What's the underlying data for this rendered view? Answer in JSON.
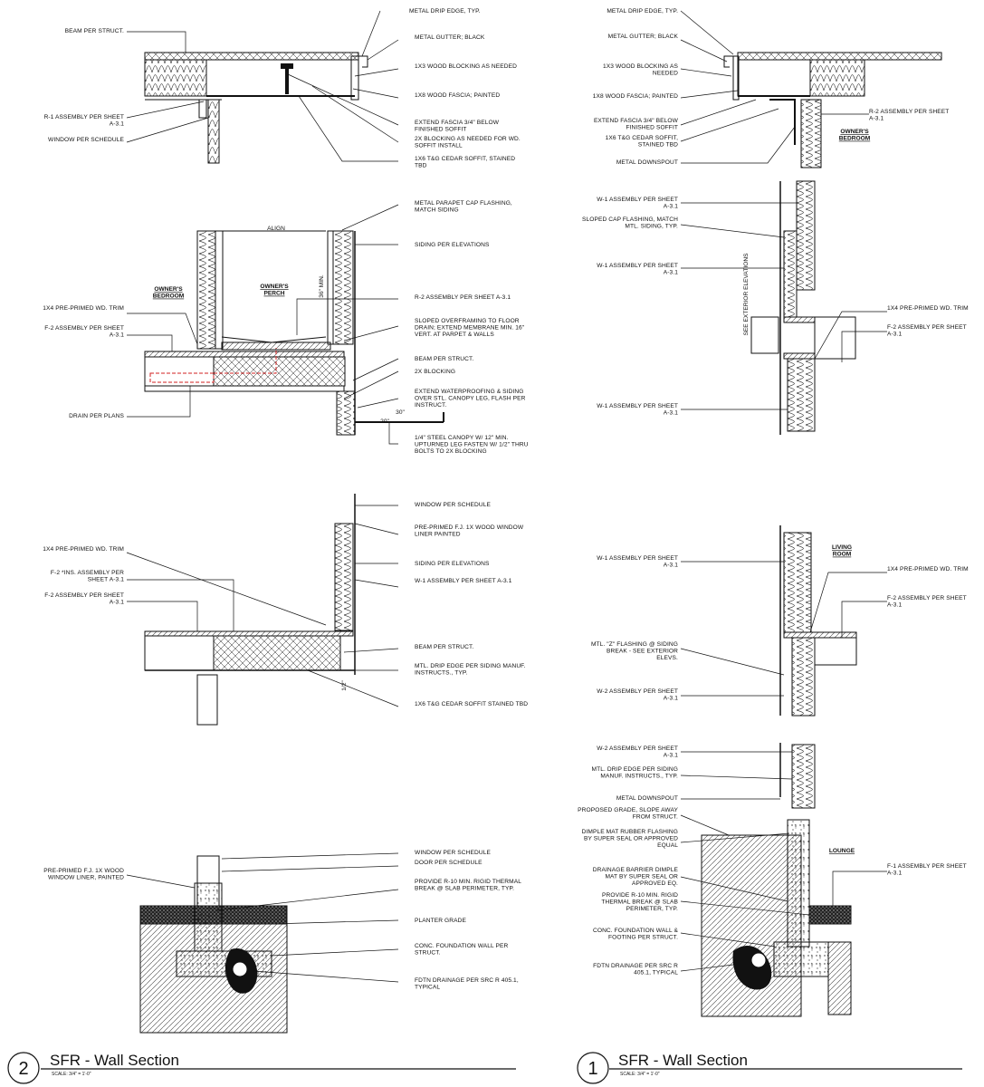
{
  "sheet": {
    "left_detail": {
      "number": "2",
      "title": "SFR - Wall Section",
      "scale": "SCALE: 3/4\" = 1'-0\"",
      "notes": [
        "METAL DRIP EDGE, TYP.",
        "BEAM PER STRUCT.",
        "METAL GUTTER; BLACK",
        "1X3 WOOD BLOCKING AS NEEDED",
        "1X8 WOOD FASCIA; PAINTED",
        "R-1 ASSEMBLY PER SHEET A-3.1",
        "EXTEND FASCIA 3/4\" BELOW FINISHED SOFFIT",
        "WINDOW PER SCHEDULE",
        "2X BLOCKING AS NEEDED FOR WD. SOFFIT INSTALL",
        "1X6 T&G CEDAR SOFFIT, STAINED TBD",
        "METAL PARAPET CAP FLASHING, MATCH SIDING",
        "SIDING PER ELEVATIONS",
        "R-2 ASSEMBLY PER SHEET A-3.1",
        "1X4 PRE-PRIMED WD. TRIM",
        "SLOPED OVERFRAMING TO FLOOR DRAIN; EXTEND MEMBRANE MIN. 16\" VERT. AT PARPET & WALLS",
        "F-2 ASSEMBLY PER SHEET A-3.1",
        "BEAM PER STRUCT.",
        "2X BLOCKING",
        "EXTEND WATERPROOFING & SIDING OVER STL. CANOPY LEG, FLASH PER INSTRUCT.",
        "DRAIN PER PLANS",
        "1/4\" STEEL CANOPY W/ 12\" MIN. UPTURNED LEG FASTEN W/ 1/2\" THRU BOLTS TO 2X BLOCKING",
        "WINDOW PER SCHEDULE",
        "PRE-PRIMED F.J. 1X WOOD WINDOW LINER PAINTED",
        "1X4 PRE-PRIMED WD. TRIM",
        "SIDING PER ELEVATIONS",
        "F-2 *INS. ASSEMBLY PER SHEET A-3.1",
        "W-1 ASSEMBLY PER SHEET A-3.1",
        "F-2 ASSEMBLY PER SHEET A-3.1",
        "BEAM PER STRUCT.",
        "MTL. DRIP EDGE PER SIDING MANUF. INSTRUCTS., TYP.",
        "1X6 T&G CEDAR SOFFIT STAINED TBD",
        "WINDOW PER SCHEDULE",
        "DOOR PER SCHEDULE",
        "PRE-PRIMED F.J. 1X WOOD WINDOW LINER, PAINTED",
        "PROVIDE R-10 MIN. RIGID THERMAL BREAK @ SLAB PERIMETER, TYP.",
        "PLANTER GRADE",
        "CONC. FOUNDATION WALL PER STRUCT.",
        "FDTN DRAINAGE PER SRC R 405.1, TYPICAL"
      ],
      "rooms": [
        "OWNER'S BEDROOM",
        "OWNER'S PERCH"
      ],
      "dims": [
        "ALIGN",
        "36\" MIN.",
        "30\"",
        "20\"",
        "1/2\""
      ]
    },
    "right_detail": {
      "number": "1",
      "title": "SFR - Wall Section",
      "scale": "SCALE: 3/4\" = 1'-0\"",
      "notes": [
        "METAL DRIP EDGE, TYP.",
        "METAL GUTTER; BLACK",
        "1X3 WOOD BLOCKING AS NEEDED",
        "1X8 WOOD FASCIA; PAINTED",
        "EXTEND FASCIA 3/4\" BELOW FINISHED SOFFIT",
        "1X6 T&G CEDAR SOFFIT, STAINED TBD",
        "METAL DOWNSPOUT",
        "R-2 ASSEMBLY PER SHEET A-3.1",
        "W-1 ASSEMBLY PER SHEET A-3.1",
        "SLOPED CAP FLASHING, MATCH MTL. SIDING, TYP.",
        "W-1 ASSEMBLY PER SHEET A-3.1",
        "1X4 PRE-PRIMED WD. TRIM",
        "F-2 ASSEMBLY PER SHEET A-3.1",
        "W-1 ASSEMBLY PER SHEET A-3.1",
        "W-1 ASSEMBLY PER SHEET A-3.1",
        "1X4 PRE-PRIMED WD. TRIM",
        "F-2 ASSEMBLY PER SHEET A-3.1",
        "MTL. \"Z\" FLASHING @ SIDING BREAK - SEE EXTERIOR ELEVS.",
        "W-2 ASSEMBLY PER SHEET A-3.1",
        "W-2 ASSEMBLY PER SHEET A-3.1",
        "MTL. DRIP EDGE PER SIDING MANUF. INSTRUCTS., TYP.",
        "METAL DOWNSPOUT",
        "PROPOSED GRADE, SLOPE AWAY FROM STRUCT.",
        "DIMPLE MAT RUBBER FLASHING BY SUPER SEAL OR APPROVED EQUAL",
        "F-1 ASSEMBLY PER SHEET A-3.1",
        "DRAINAGE BARRIER DIMPLE MAT BY SUPER SEAL OR APPROVED EQ.",
        "PROVIDE R-10 MIN. RIGID THERMAL BREAK @ SLAB PERIMETER, TYP.",
        "CONC. FOUNDATION WALL & FOOTING PER STRUCT.",
        "FDTN DRAINAGE PER SRC R 405.1, TYPICAL"
      ],
      "rooms": [
        "OWNER'S BEDROOM",
        "LIVING ROOM",
        "LOUNGE"
      ],
      "dims": [
        "SEE EXTERIOR ELEVATIONS"
      ]
    }
  },
  "colors": {
    "ink": "#111111",
    "redline": "#d02020",
    "hatch": "#555555"
  }
}
